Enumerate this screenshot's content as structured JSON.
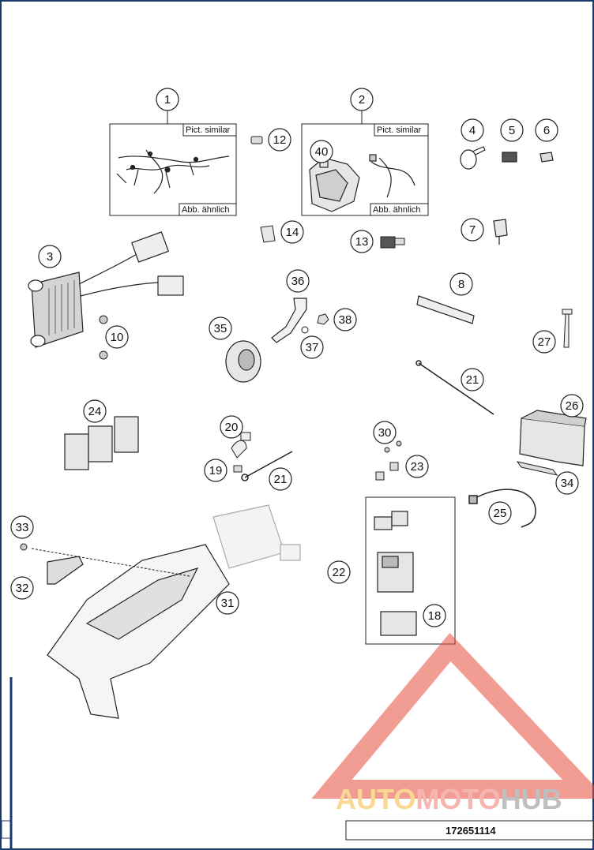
{
  "callouts": [
    "1",
    "2",
    "3",
    "4",
    "5",
    "6",
    "7",
    "8",
    "10",
    "12",
    "13",
    "14",
    "18",
    "19",
    "20",
    "21",
    "21",
    "22",
    "23",
    "24",
    "25",
    "26",
    "27",
    "30",
    "31",
    "32",
    "33",
    "34",
    "35",
    "36",
    "37",
    "38",
    "40"
  ],
  "box1": {
    "tag_top": "Pict. similar",
    "tag_bottom": "Abb. ähnlich"
  },
  "box2": {
    "tag_top": "Pict. similar",
    "tag_bottom": "Abb. ähnlich"
  },
  "watermark": {
    "part1": "AUTO",
    "part2": "MOTO",
    "part3": "HUB",
    "color1": "#f6b93b",
    "color2": "#f07b6e",
    "color3": "#8c8c8c"
  },
  "drawing_code": "172651114",
  "colors": {
    "frame": "#1a3a6e",
    "line": "#222222",
    "part_fill": "#e6e6e6",
    "part_dark": "#9a9a9a"
  }
}
